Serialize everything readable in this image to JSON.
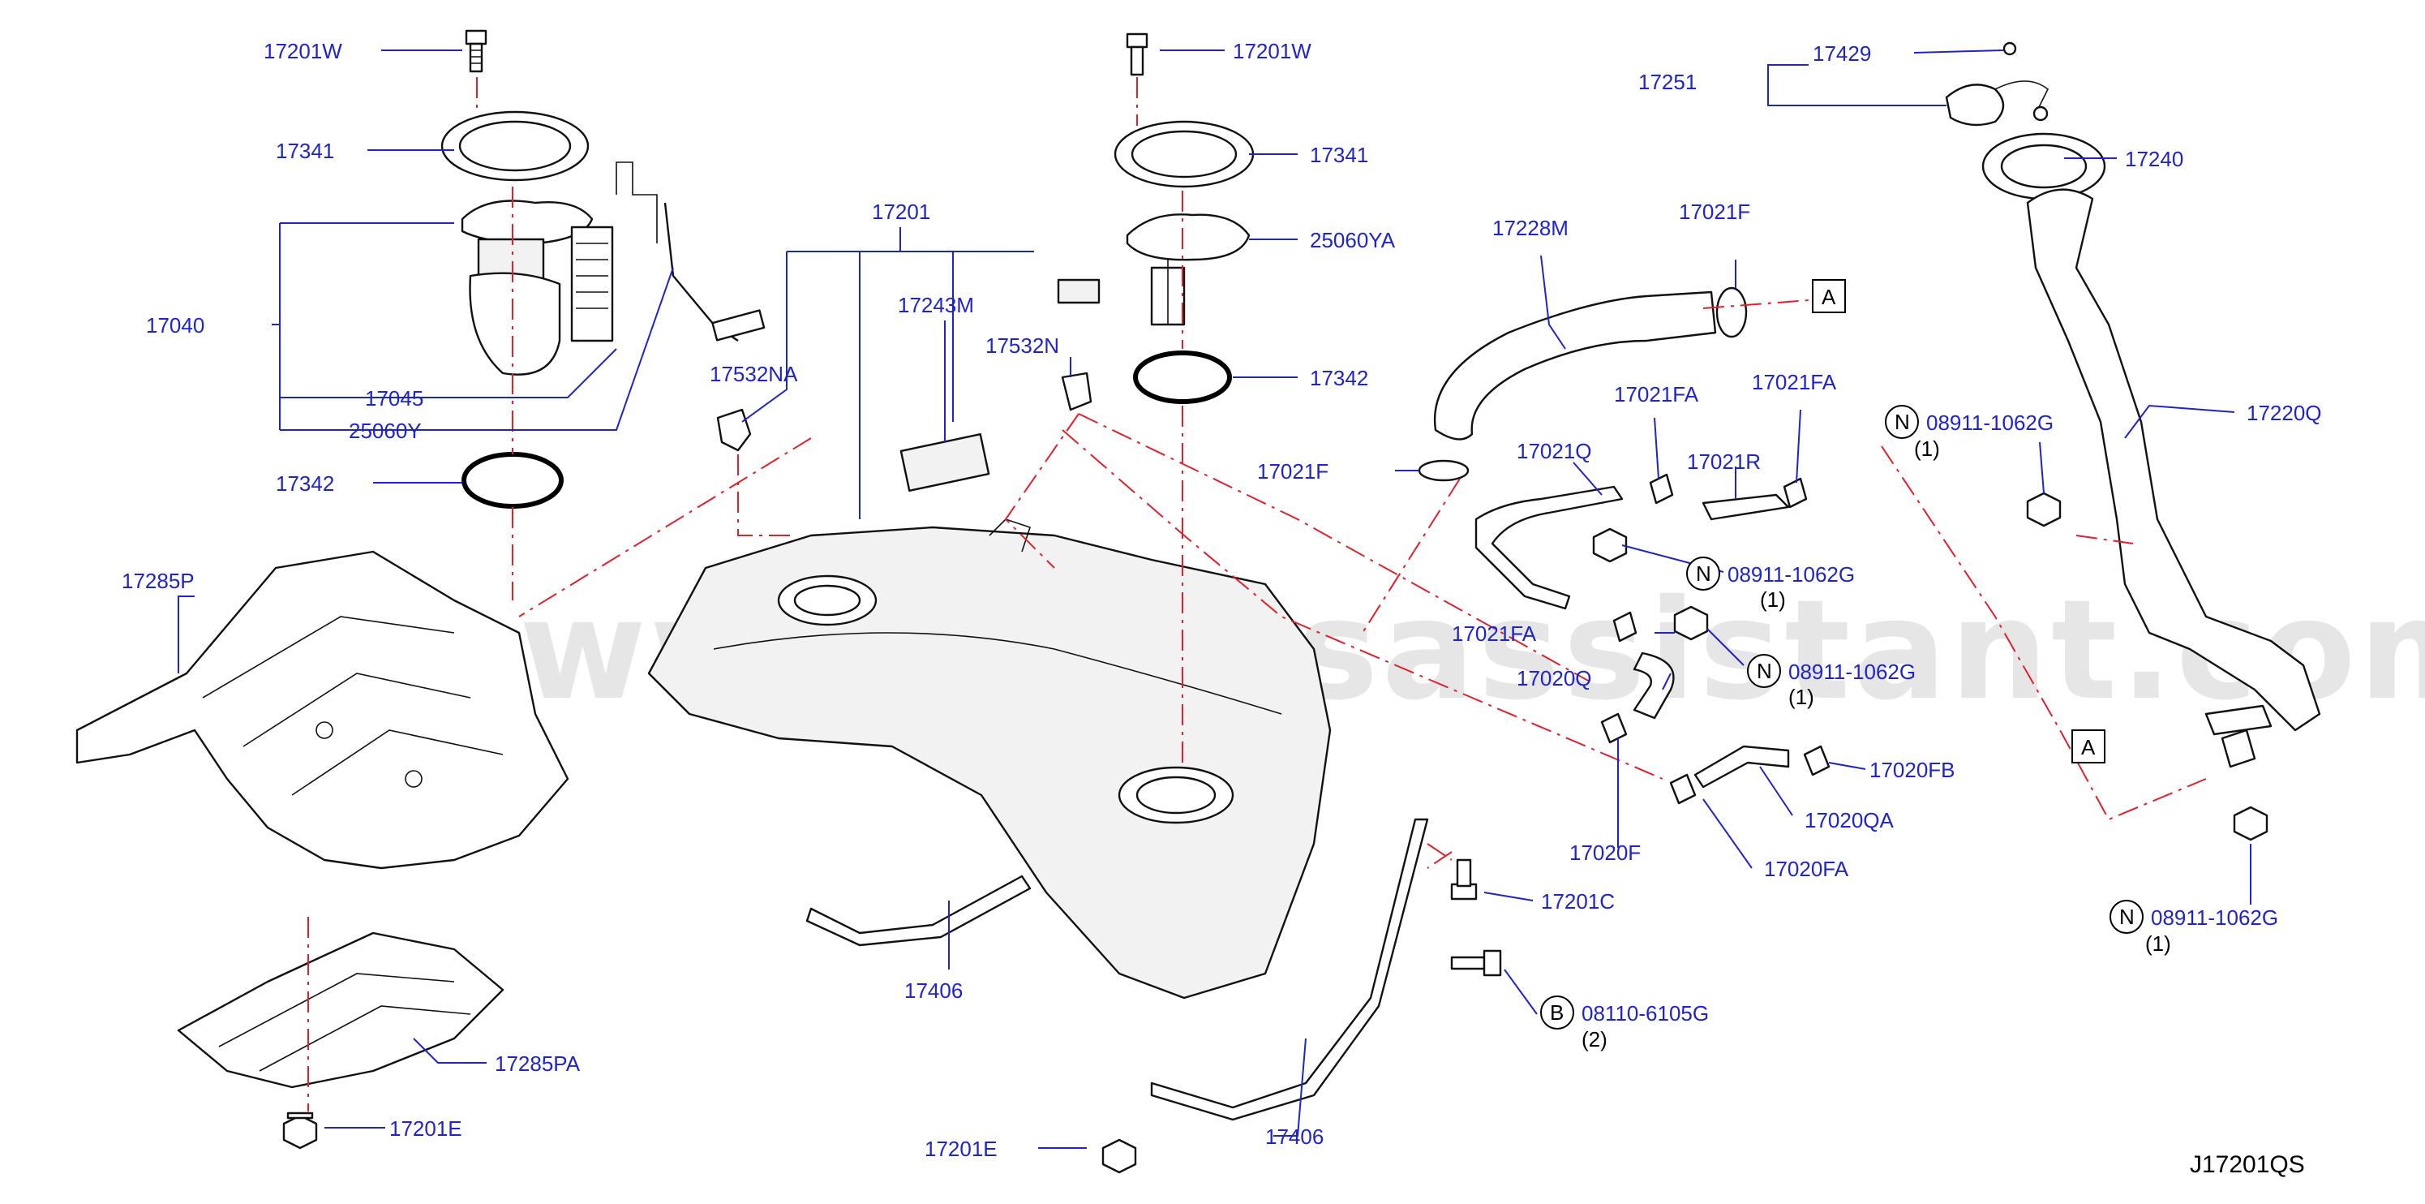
{
  "watermark": "www.partsassistant.com",
  "diagram_code": "J17201QS",
  "parts": {
    "p17201W_a": "17201W",
    "p17341_a": "17341",
    "p17040": "17040",
    "p17045": "17045",
    "p25060Y": "25060Y",
    "p17342_a": "17342",
    "p17285P": "17285P",
    "p17285PA": "17285PA",
    "p17201E_a": "17201E",
    "p17201": "17201",
    "p17243M": "17243M",
    "p17532NA": "17532NA",
    "p17532N": "17532N",
    "p17201W_b": "17201W",
    "p17341_b": "17341",
    "p25060YA": "25060YA",
    "p17342_b": "17342",
    "p17406_a": "17406",
    "p17406_b": "17406",
    "p17201E_b": "17201E",
    "p17201C": "17201C",
    "p08110": "08110-6105G",
    "p08110_qty": "(2)",
    "p17228M": "17228M",
    "p17021F_a": "17021F",
    "p17021F_b": "17021F",
    "p17021FA_a": "17021FA",
    "p17021FA_b": "17021FA",
    "p17021FA_c": "17021FA",
    "p17021Q": "17021Q",
    "p17021R": "17021R",
    "p17020Q": "17020Q",
    "p17020F": "17020F",
    "p17020FA": "17020FA",
    "p17020QA": "17020QA",
    "p17020FB": "17020FB",
    "p17251": "17251",
    "p17429": "17429",
    "p17240": "17240",
    "p17220Q": "17220Q",
    "n1": "08911-1062G",
    "n1_qty": "(1)",
    "n2": "08911-1062G",
    "n2_qty": "(1)",
    "n3": "08911-1062G",
    "n3_qty": "(1)",
    "n4": "08911-1062G",
    "n4_qty": "(1)",
    "ref_a1": "A",
    "ref_a2": "A",
    "letter_n": "N",
    "letter_b": "B"
  }
}
